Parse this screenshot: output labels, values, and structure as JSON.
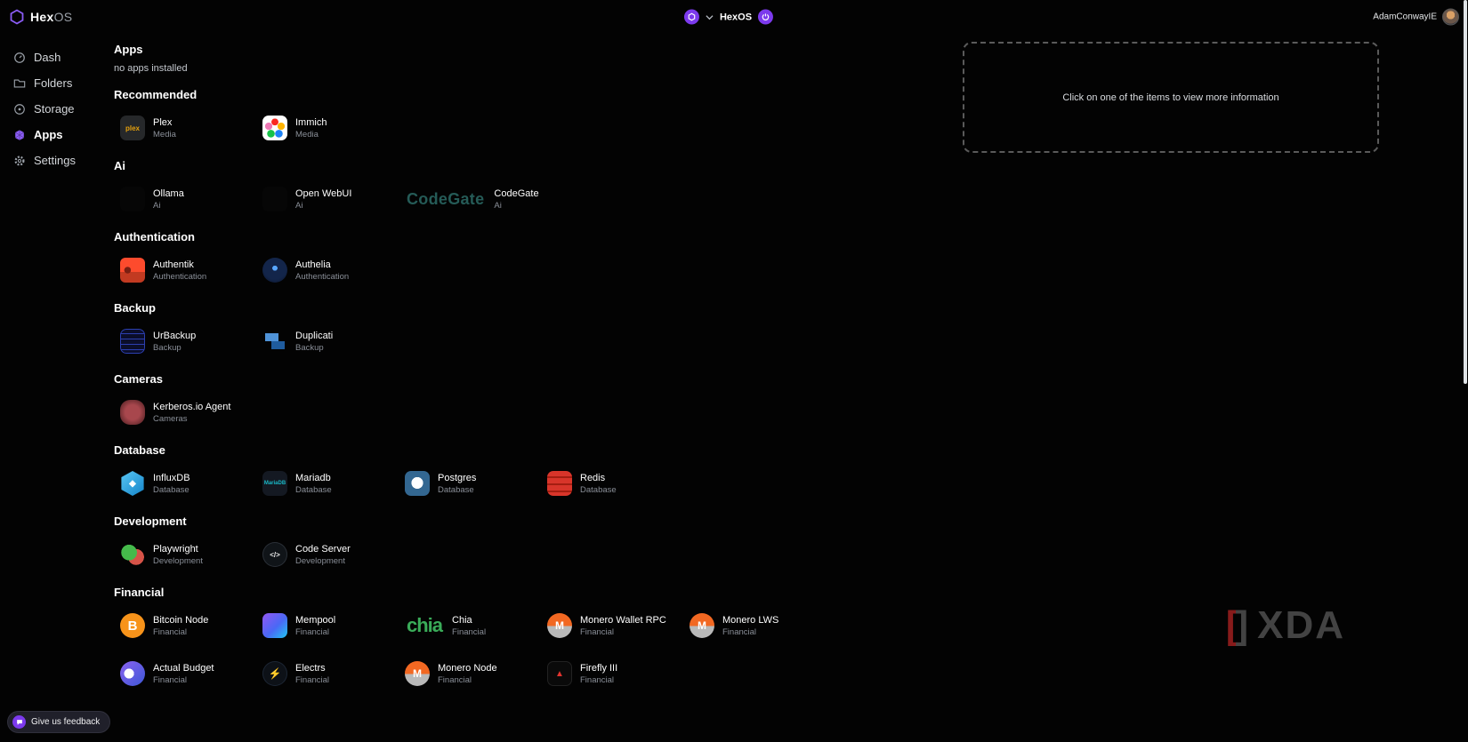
{
  "colors": {
    "accent": "#8b5cf6",
    "background": "#030303",
    "muted_text": "#8a8f98"
  },
  "topbar": {
    "logo_primary": "Hex",
    "logo_secondary": "OS",
    "server_name": "HexOS",
    "username": "AdamConwayIE"
  },
  "sidebar": {
    "items": [
      {
        "label": "Dash",
        "active": false
      },
      {
        "label": "Folders",
        "active": false
      },
      {
        "label": "Storage",
        "active": false
      },
      {
        "label": "Apps",
        "active": true
      },
      {
        "label": "Settings",
        "active": false
      }
    ]
  },
  "main": {
    "installed_header": "Apps",
    "installed_empty": "no apps installed",
    "sections": [
      {
        "title": "Recommended",
        "apps": [
          {
            "name": "Plex",
            "category": "Media",
            "icon": "plex"
          },
          {
            "name": "Immich",
            "category": "Media",
            "icon": "immich"
          }
        ]
      },
      {
        "title": "Ai",
        "apps": [
          {
            "name": "Ollama",
            "category": "Ai",
            "icon": "ollama"
          },
          {
            "name": "Open WebUI",
            "category": "Ai",
            "icon": "openwebui"
          },
          {
            "name": "CodeGate",
            "category": "Ai",
            "icon": "codegate"
          }
        ]
      },
      {
        "title": "Authentication",
        "apps": [
          {
            "name": "Authentik",
            "category": "Authentication",
            "icon": "authentik"
          },
          {
            "name": "Authelia",
            "category": "Authentication",
            "icon": "authelia"
          }
        ]
      },
      {
        "title": "Backup",
        "apps": [
          {
            "name": "UrBackup",
            "category": "Backup",
            "icon": "urbackup"
          },
          {
            "name": "Duplicati",
            "category": "Backup",
            "icon": "duplicati"
          }
        ]
      },
      {
        "title": "Cameras",
        "apps": [
          {
            "name": "Kerberos.io Agent",
            "category": "Cameras",
            "icon": "kerberos"
          }
        ]
      },
      {
        "title": "Database",
        "apps": [
          {
            "name": "InfluxDB",
            "category": "Database",
            "icon": "influxdb"
          },
          {
            "name": "Mariadb",
            "category": "Database",
            "icon": "mariadb"
          },
          {
            "name": "Postgres",
            "category": "Database",
            "icon": "postgres"
          },
          {
            "name": "Redis",
            "category": "Database",
            "icon": "redis"
          }
        ]
      },
      {
        "title": "Development",
        "apps": [
          {
            "name": "Playwright",
            "category": "Development",
            "icon": "playwright"
          },
          {
            "name": "Code Server",
            "category": "Development",
            "icon": "codeserver"
          }
        ]
      },
      {
        "title": "Financial",
        "apps": [
          {
            "name": "Bitcoin Node",
            "category": "Financial",
            "icon": "bitcoin"
          },
          {
            "name": "Mempool",
            "category": "Financial",
            "icon": "mempool"
          },
          {
            "name": "Chia",
            "category": "Financial",
            "icon": "chia"
          },
          {
            "name": "Monero Wallet RPC",
            "category": "Financial",
            "icon": "monero"
          },
          {
            "name": "Monero LWS",
            "category": "Financial",
            "icon": "monero"
          },
          {
            "name": "Actual Budget",
            "category": "Financial",
            "icon": "actualbudget"
          },
          {
            "name": "Electrs",
            "category": "Financial",
            "icon": "electrs"
          },
          {
            "name": "Monero Node",
            "category": "Financial",
            "icon": "monero"
          },
          {
            "name": "Firefly III",
            "category": "Financial",
            "icon": "firefly"
          }
        ]
      }
    ]
  },
  "icons": {
    "plex": {
      "glyph": "plex"
    },
    "immich": {
      "glyph": ""
    },
    "ollama": {
      "glyph": ""
    },
    "openwebui": {
      "glyph": ""
    },
    "codegate": {
      "glyph": "CodeGate",
      "wordmark": true
    },
    "authentik": {
      "glyph": ""
    },
    "authelia": {
      "glyph": ""
    },
    "urbackup": {
      "glyph": ""
    },
    "duplicati": {
      "glyph": ""
    },
    "kerberos": {
      "glyph": ""
    },
    "influxdb": {
      "glyph": "◆"
    },
    "mariadb": {
      "glyph": "MariaDB"
    },
    "postgres": {
      "glyph": ""
    },
    "redis": {
      "glyph": ""
    },
    "playwright": {
      "glyph": ""
    },
    "codeserver": {
      "glyph": "</>"
    },
    "bitcoin": {
      "glyph": "B"
    },
    "mempool": {
      "glyph": ""
    },
    "chia": {
      "glyph": "chia",
      "wordmark": true
    },
    "monero": {
      "glyph": "M"
    },
    "actualbudget": {
      "glyph": ""
    },
    "electrs": {
      "glyph": "⚡"
    },
    "firefly": {
      "glyph": "▲"
    }
  },
  "info_panel": {
    "text": "Click on one of the items to view more information"
  },
  "feedback": {
    "label": "Give us feedback"
  },
  "watermark": {
    "text": "XDA"
  }
}
